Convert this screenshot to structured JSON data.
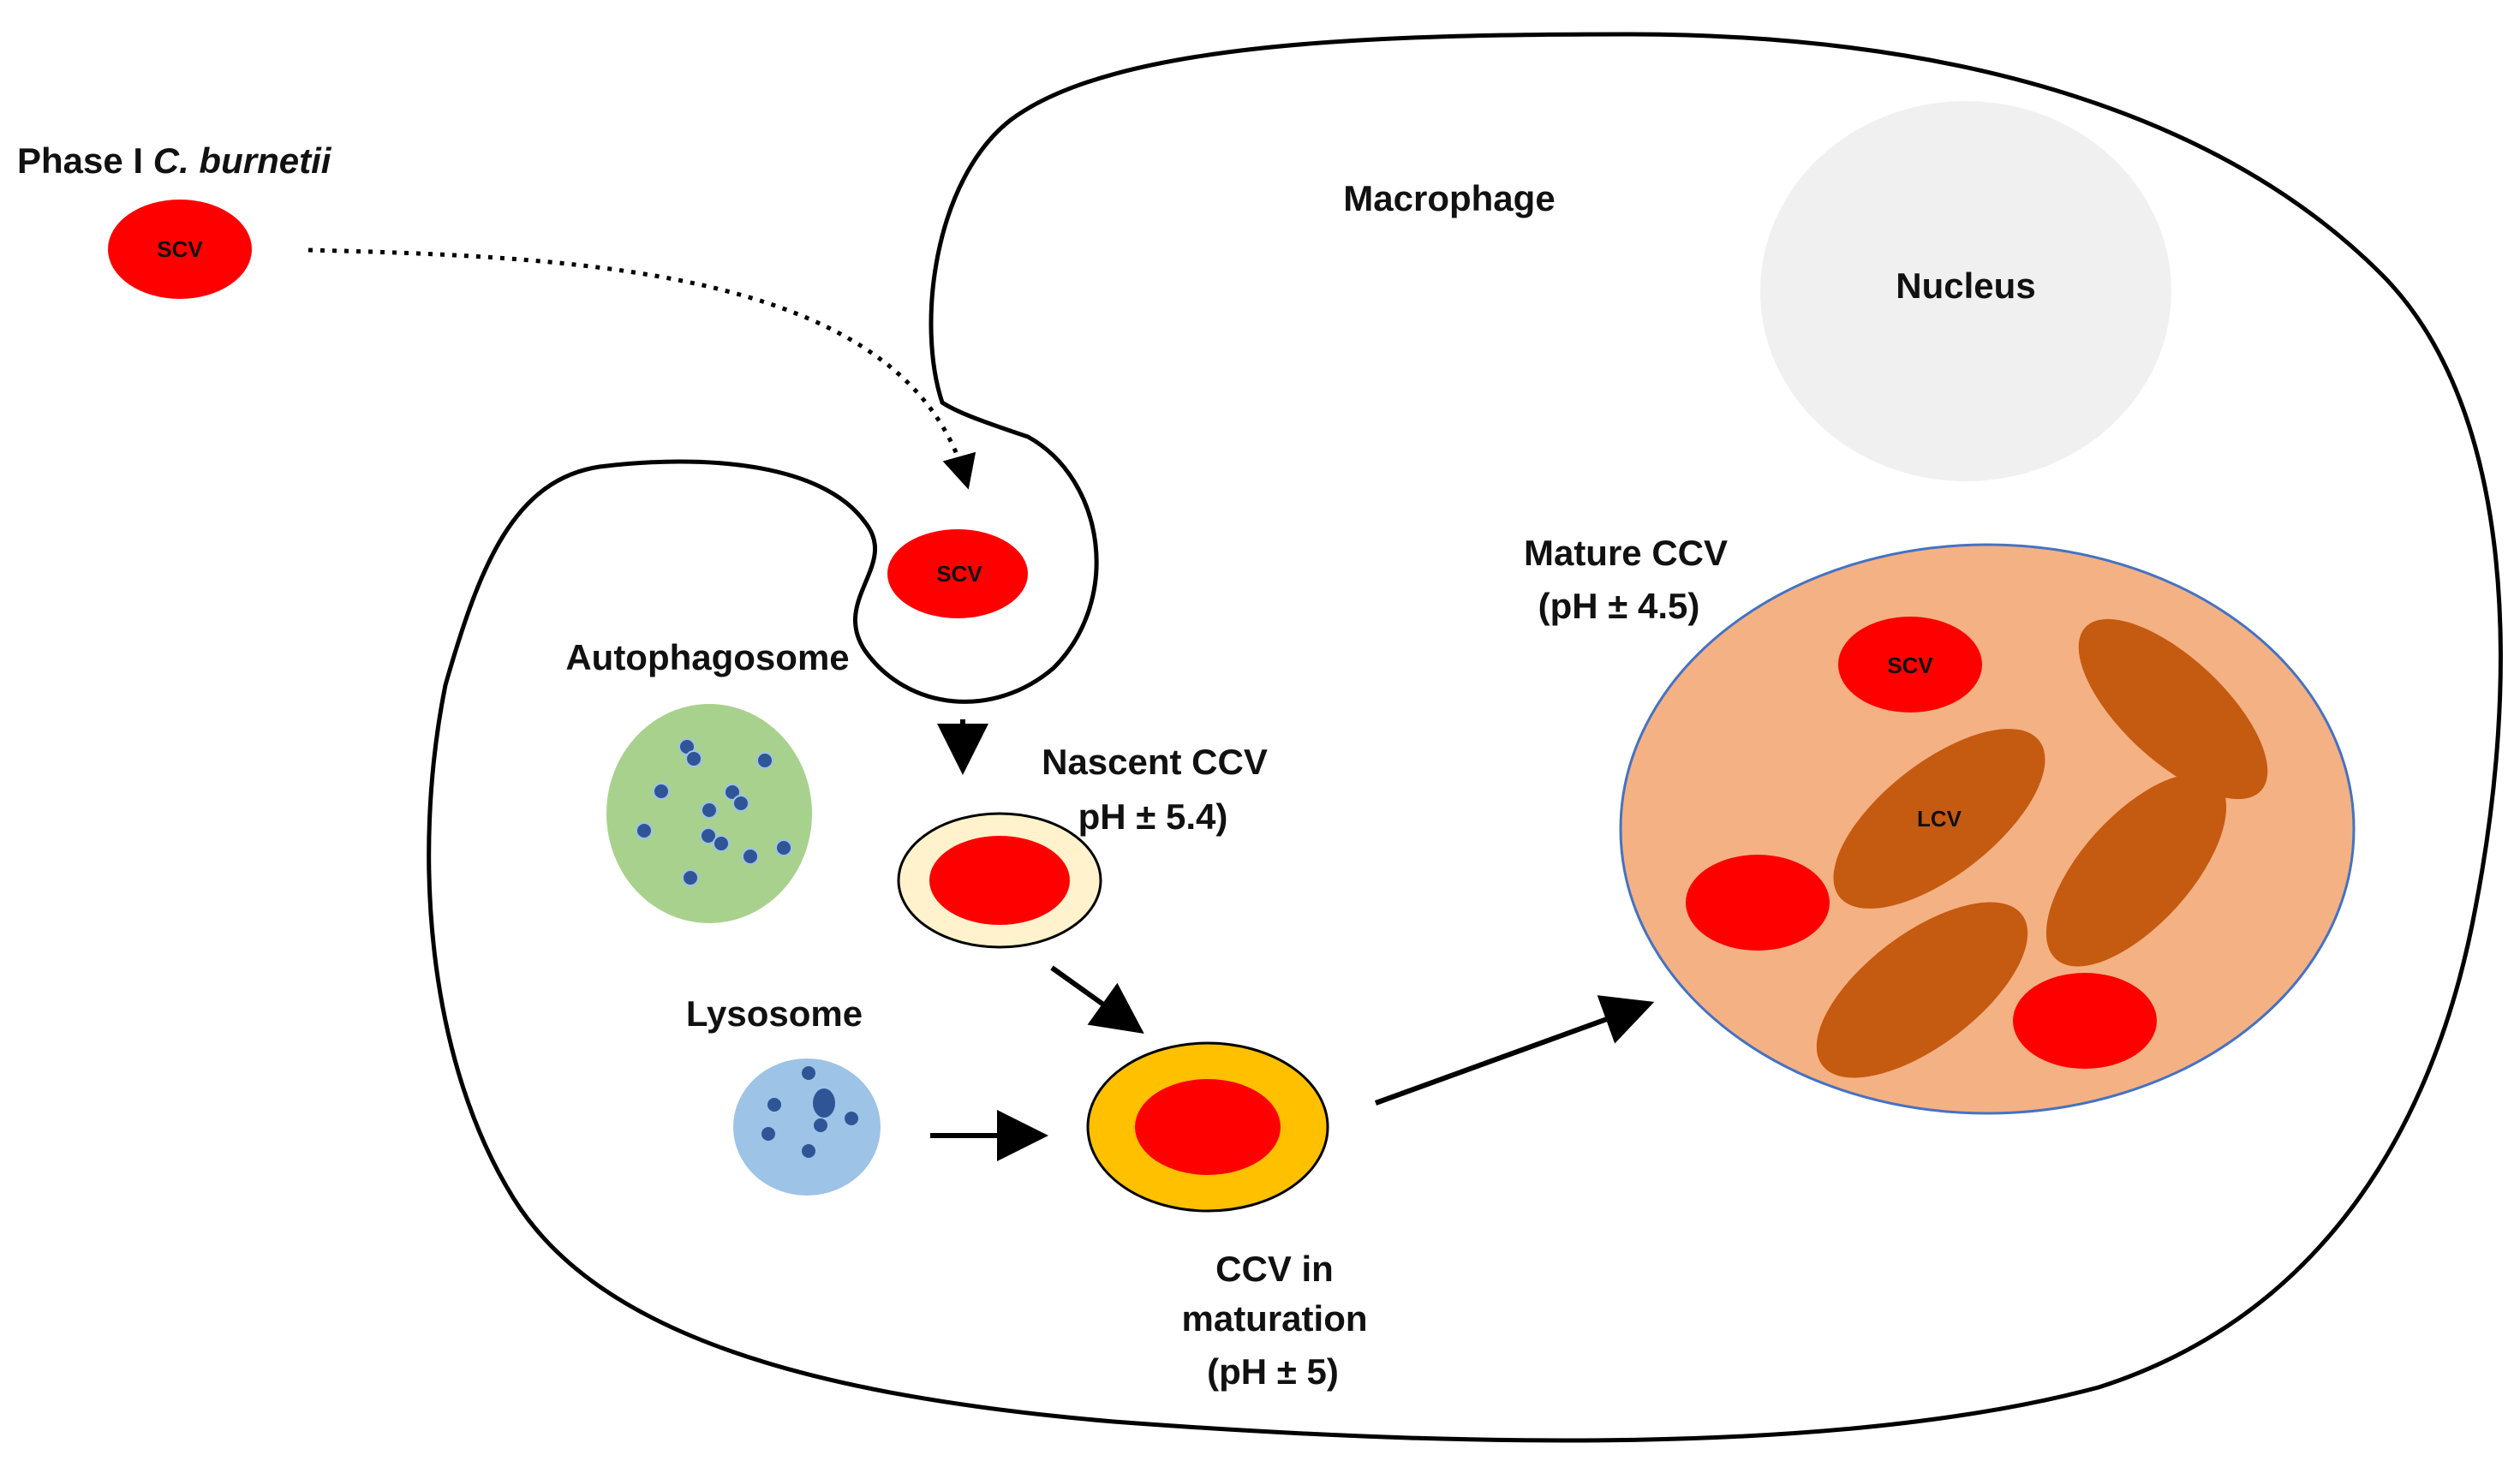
{
  "title": {
    "prefix": "Phase I ",
    "species": "C. burnetii"
  },
  "labels": {
    "macrophage": "Macrophage",
    "nucleus": "Nucleus",
    "autophagosome": "Autophagosome",
    "lysosome": "Lysosome",
    "nascent_line1": "Nascent CCV",
    "nascent_line2": "pH ± 5.4)",
    "maturation_line1": "CCV in",
    "maturation_line2": "maturation",
    "maturation_line3": "(pH ± 5)",
    "mature_line1": "Mature CCV",
    "mature_line2": "(pH ± 4.5)"
  },
  "vacuole_labels": {
    "scv_external": "SCV",
    "scv_entry": "SCV",
    "scv_mature": "SCV",
    "lcv": "LCV"
  },
  "colors": {
    "bacterium_red": "#ff0000",
    "nucleus_grey": "#f0f0f0",
    "autophagosome_green": "#a9d18e",
    "lysosome_blue": "#9dc3e6",
    "nascent_ring": "#fff2cc",
    "maturation_ring": "#ffc000",
    "mature_vacuole": "#f4b183",
    "lcv_brown": "#c55a11",
    "dot_blue": "#2f5597",
    "outline": "#000000"
  }
}
